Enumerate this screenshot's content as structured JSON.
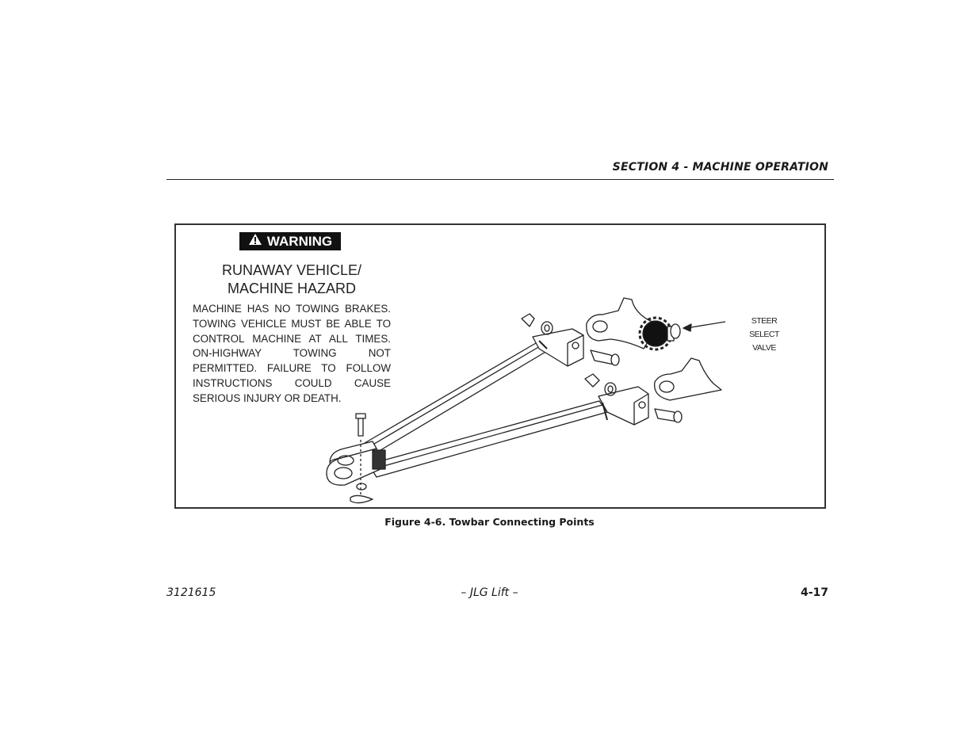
{
  "header": {
    "section_title": "SECTION 4 - MACHINE OPERATION"
  },
  "warning": {
    "badge_label": "WARNING",
    "badge_icon": "warning-triangle-icon",
    "title_line1": "RUNAWAY VEHICLE/",
    "title_line2": "MACHINE HAZARD",
    "body": "MACHINE HAS NO TOWING BRAKES. TOWING VEHICLE MUST BE ABLE TO CONTROL MACHINE AT ALL TIMES. ON-HIGHWAY TOWING NOT PERMITTED. FAILURE TO FOLLOW INSTRUCTIONS COULD CAUSE SERIOUS INJURY OR DEATH."
  },
  "figure": {
    "callout_line1": "STEER SELECT",
    "callout_line2": "VALVE",
    "caption": "Figure 4-6. Towbar Connecting Points"
  },
  "footer": {
    "doc_number": "3121615",
    "center": "– JLG Lift –",
    "page_number": "4-17"
  }
}
